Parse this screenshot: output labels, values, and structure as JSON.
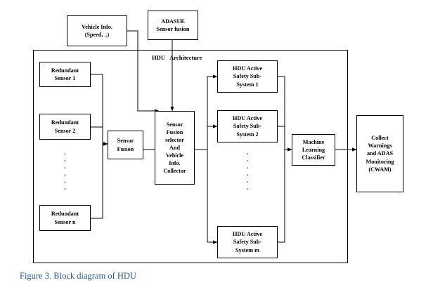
{
  "figure": {
    "caption": "Figure 3. Block diagram of HDU",
    "caption_color": "#2e5c8a",
    "frame_title": "HDU   Architecture"
  },
  "nodes": {
    "vehicle_info": "Vehicle Info.\n(Speed, ..)",
    "adasue": "ADASUE\nSensor fusion",
    "redundant_sensor_1": "Redundant\nSensor 1",
    "redundant_sensor_2": "Redundant\nSensor 2",
    "redundant_sensor_n": "Redundant\nSensor n",
    "sensor_fusion": "Sensor\nFusion",
    "selector": "Sensor\nFusion\nselector\nAnd\nVehicle\nInfo.\nCollector",
    "hdu_sub_1": "HDU Active\nSafety Sub-\nSystem 1",
    "hdu_sub_2": "HDU Active\nSafety Sub-\nSystem 2",
    "hdu_sub_m": "HDU Active\nSafety Sub-\nSystem m",
    "classifier": "Machine\nLearning\nClassifier",
    "cwam": "Collect\nWarnings\nand ADAS\nMonitoring\n(CWAM)"
  },
  "ellipses": {
    "sensors_vertical": ".\n.\n.\n.\n.\n.",
    "subsystems_vertical": ".\n.\n.\n.\n.\n."
  },
  "colors": {
    "stroke": "#000000",
    "fill": "#ffffff",
    "caption": "#2e5c8a"
  }
}
